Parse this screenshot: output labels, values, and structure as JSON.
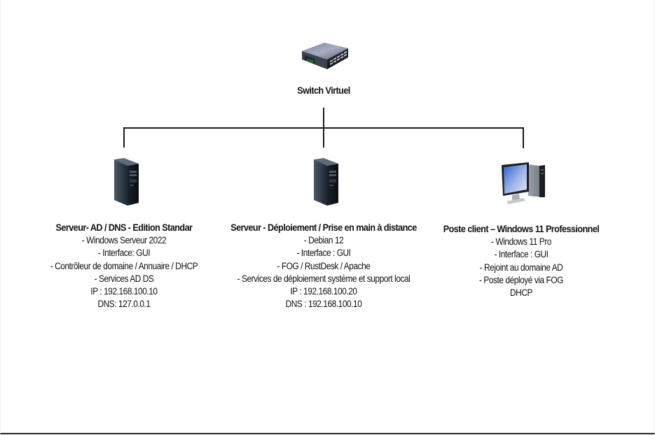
{
  "diagram": {
    "type": "network-topology",
    "switch": {
      "icon": "network-switch-icon",
      "label": "Switch Virtuel"
    },
    "nodes": [
      {
        "icon": "server-tower-icon",
        "title": "Serveur- AD / DNS - Edition Standar",
        "details": [
          "- Windows Serveur 2022",
          "- Interface: GUI",
          "- Contrôleur de domaine / Annuaire / DHCP",
          "- Services AD DS",
          "IP : 192.168.100.10",
          "DNS: 127.0.0.1"
        ]
      },
      {
        "icon": "server-tower-icon",
        "title": "Serveur - Déploiement / Prise en main à distance",
        "details": [
          "- Debian 12",
          "- Interface :  GUI",
          "- FOG / RustDesk / Apache",
          "- Services de déploiement système et support local",
          "IP : 192.168.100.20",
          "DNS : 192.168.100.10"
        ]
      },
      {
        "icon": "desktop-computer-icon",
        "title": "Poste client – Windows 11 Professionnel",
        "details": [
          "- Windows 11 Pro",
          "- Interface : GUI",
          "- Rejoint au domaine AD",
          "- Poste déployé via FOG",
          "DHCP"
        ]
      }
    ],
    "colors": {
      "line": "#1a1a1a",
      "background": "#ffffff",
      "switch_led": "#33dd44"
    }
  }
}
